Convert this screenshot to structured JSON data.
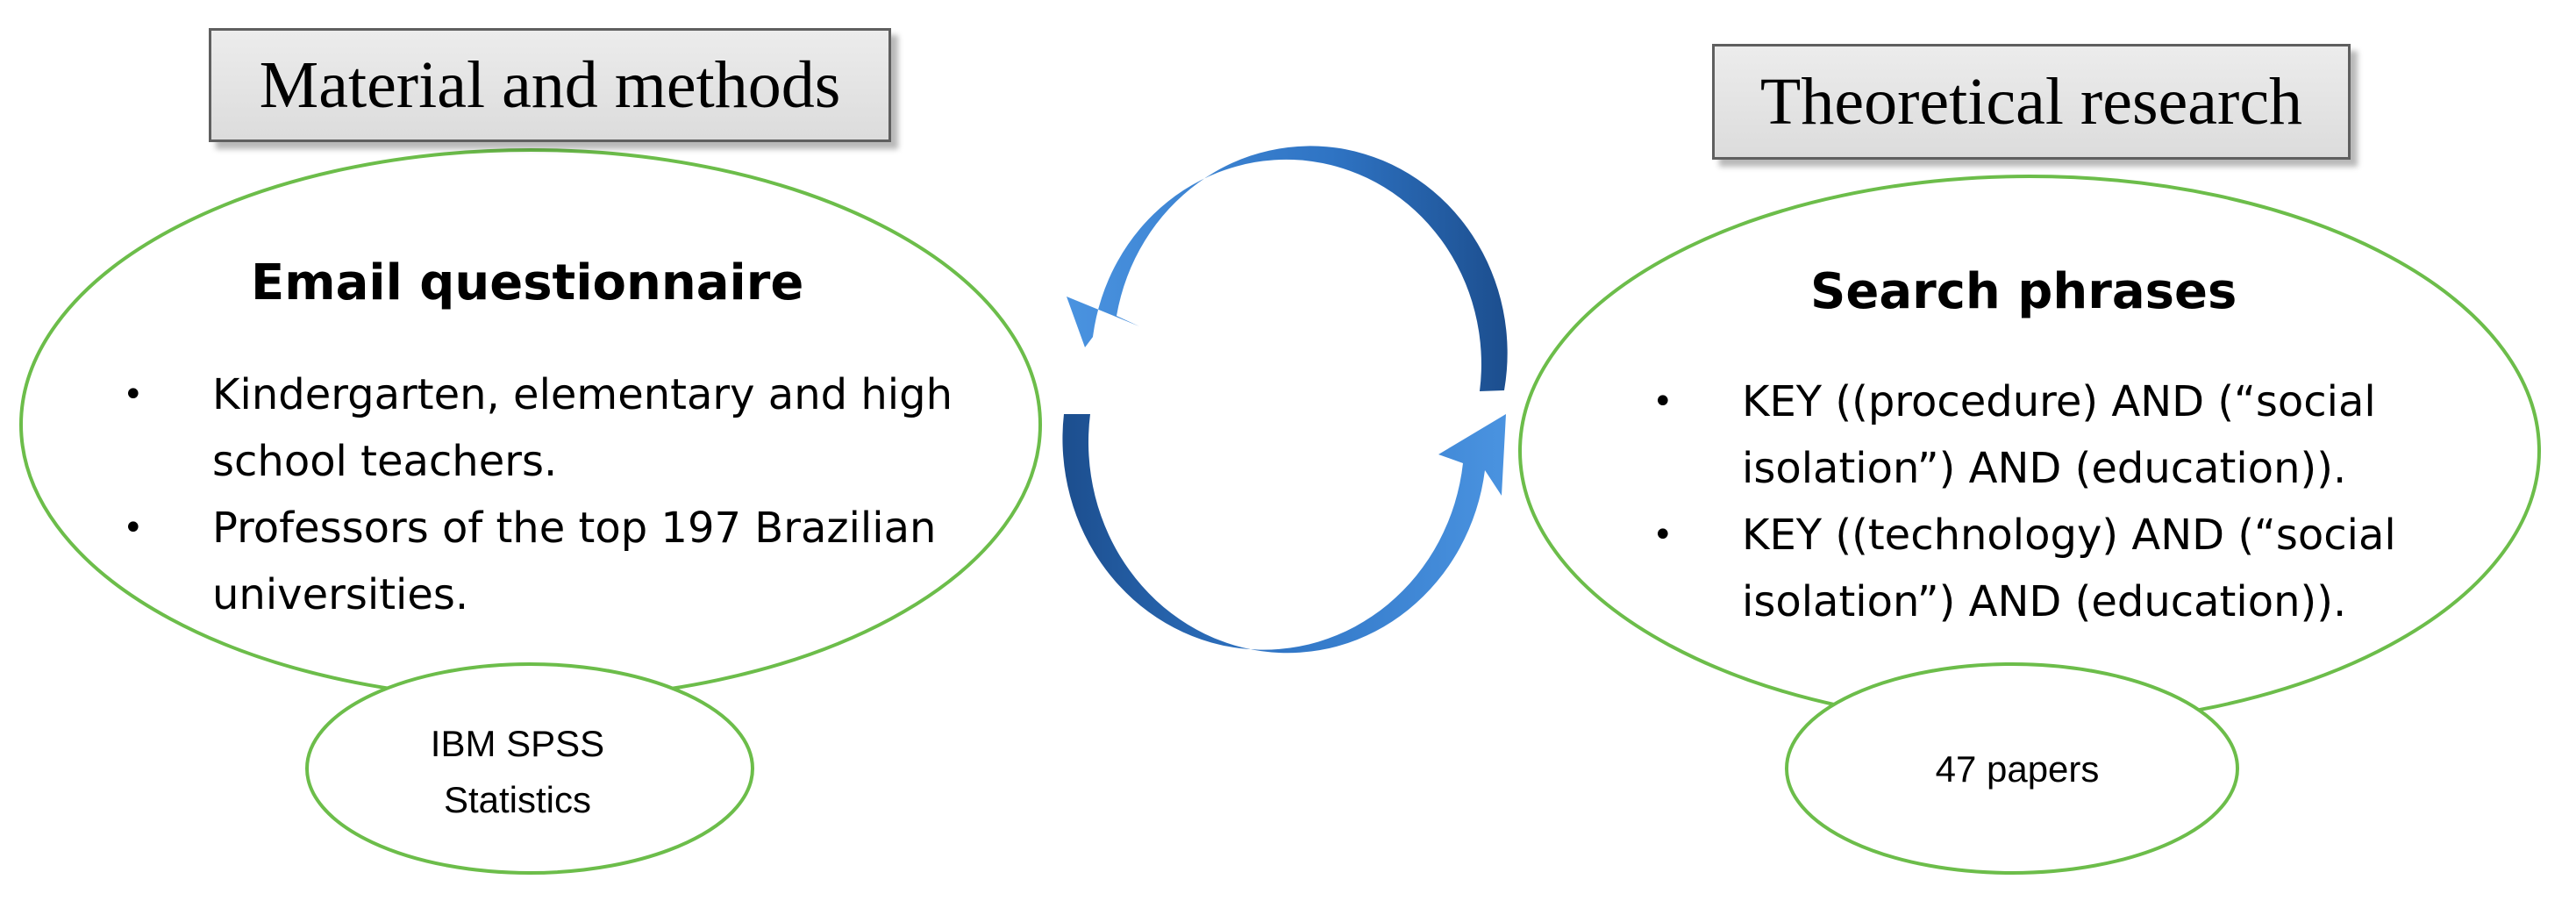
{
  "left_panel": {
    "header": "Material and methods",
    "title": "Email questionnaire",
    "bullets": [
      "Kindergarten, elementary and high school teachers.",
      "Professors of the top 197 Brazilian universities."
    ],
    "sub_lines": [
      "IBM SPSS",
      "Statistics"
    ]
  },
  "right_panel": {
    "header": "Theoretical research",
    "title": "Search phrases",
    "bullets": [
      "KEY ((procedure) AND (“social isolation”) AND (education)).",
      "KEY ((technology) AND (“social isolation”) AND (education))."
    ],
    "sub_label": "47 papers"
  },
  "bullet_symbol": "•",
  "cycle_icon": "cycle-arrows-icon",
  "colors": {
    "ellipse_border": "#6cbd4a",
    "arrow_light": "#3d86d6",
    "arrow_dark": "#1c4e8e",
    "header_fill": "#e4e4e4",
    "header_border": "#5f5f5f"
  }
}
